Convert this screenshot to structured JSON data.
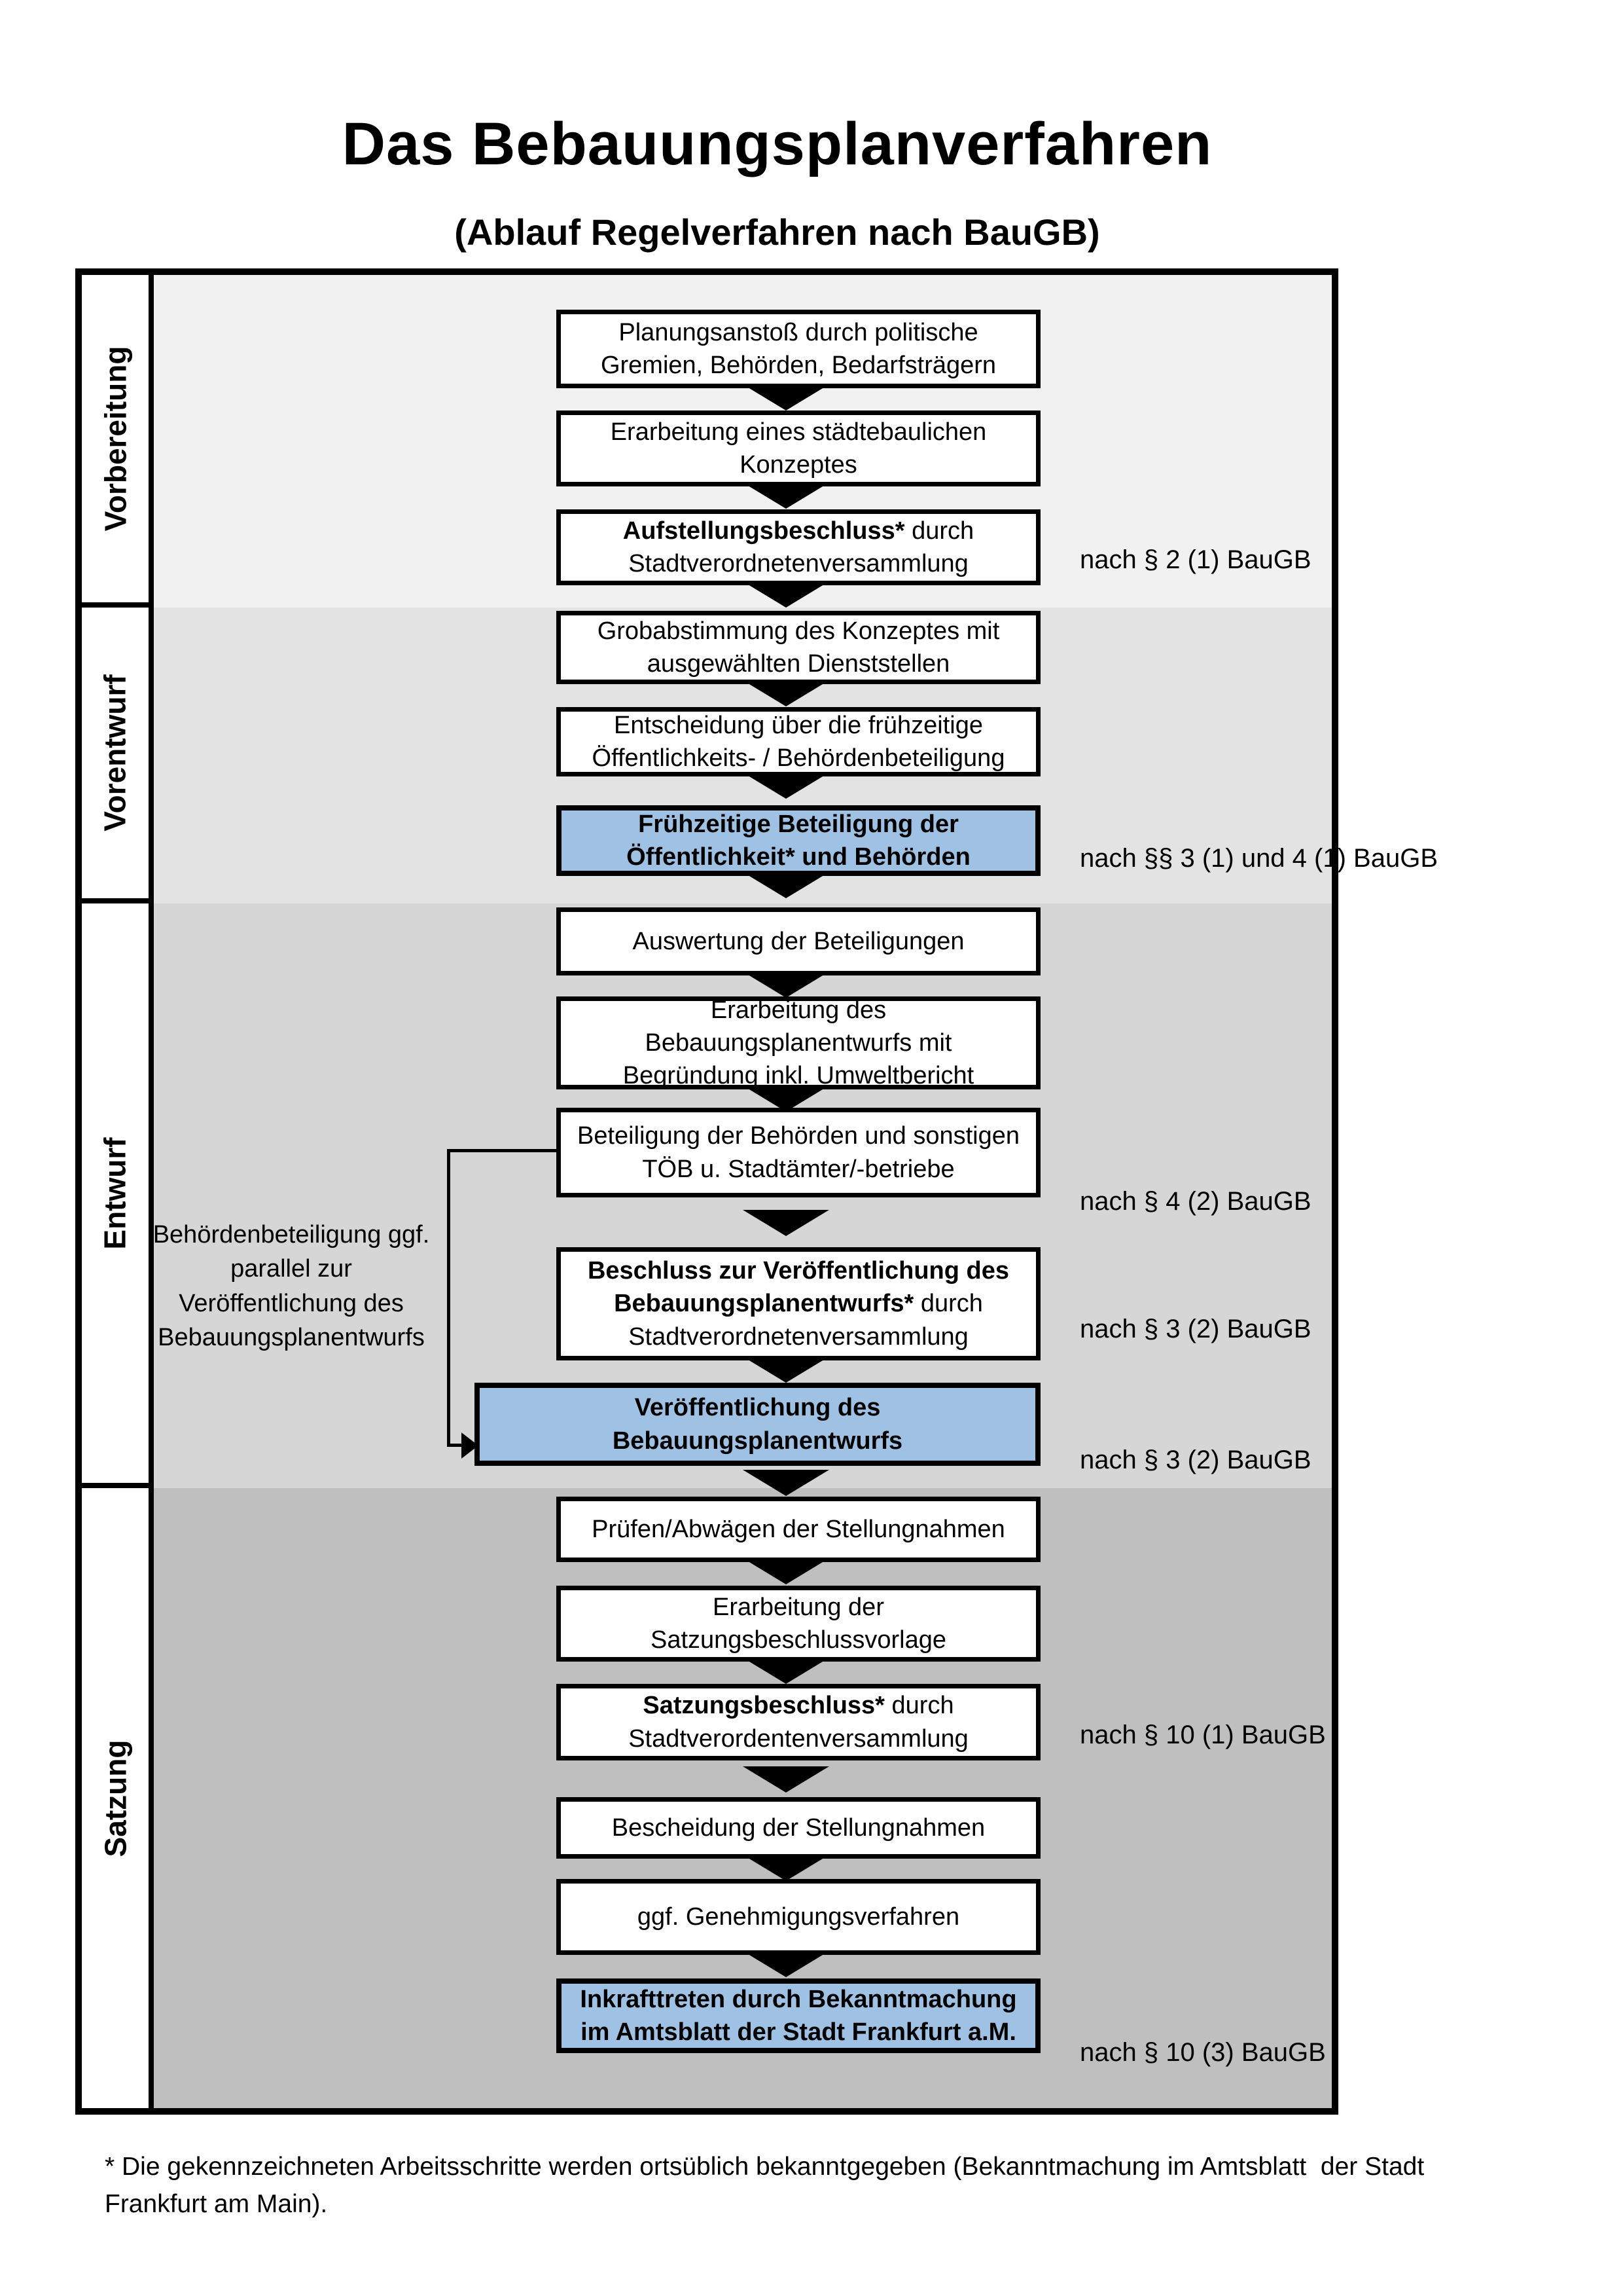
{
  "title": "Das Bebauungsplanverfahren",
  "subtitle": "(Ablauf Regelverfahren nach BauGB)",
  "colors": {
    "highlight_box_blue": "#9fc2e4",
    "band_vorbereitung": "#f1f1f1",
    "band_vorentwurf": "#e3e3e3",
    "band_entwurf": "#d6d6d6",
    "band_satzung": "#bfbfbf",
    "line_black": "#000000"
  },
  "phases": [
    {
      "label": "Vorbereitung"
    },
    {
      "label": "Vorentwurf"
    },
    {
      "label": "Entwurf"
    },
    {
      "label": "Satzung"
    }
  ],
  "boxes": [
    {
      "bold": "",
      "text": "Planungsanstoß durch politische Gremien, Behörden, Bedarfsträgern"
    },
    {
      "bold": "",
      "text": "Erarbeitung eines städtebaulichen Konzeptes"
    },
    {
      "bold": "Aufstellungsbeschluss*",
      "text": " durch Stadtverordnetenversammlung"
    },
    {
      "bold": "",
      "text": "Grobabstimmung des Konzeptes mit ausgewählten Dienststellen"
    },
    {
      "bold": "",
      "text": "Entscheidung über die frühzeitige Öffentlichkeits- / Behördenbeteiligung"
    },
    {
      "bold": "Frühzeitige Beteiligung der Öffentlichkeit* und Behörden",
      "text": ""
    },
    {
      "bold": "",
      "text": "Auswertung der Beteiligungen"
    },
    {
      "bold": "",
      "text": "Erarbeitung des Bebauungsplanentwurfs mit Begründung inkl. Umweltbericht"
    },
    {
      "bold": "",
      "text": "Beteiligung der Behörden und sonstigen TÖB u. Stadtämter/-betriebe"
    },
    {
      "bold": "Beschluss zur Veröffentlichung des Bebauungsplanentwurfs*",
      "text": " durch Stadtverordnetenversammlung"
    },
    {
      "bold": "Veröffentlichung des Bebauungsplanentwurfs",
      "text": ""
    },
    {
      "bold": "",
      "text": "Prüfen/Abwägen der Stellungnahmen"
    },
    {
      "bold": "",
      "text": "Erarbeitung der Satzungsbeschlussvorlage"
    },
    {
      "bold": "Satzungsbeschluss*",
      "text": " durch Stadtverordentenversammlung"
    },
    {
      "bold": "",
      "text": "Bescheidung der Stellungnahmen"
    },
    {
      "bold": "",
      "text": "ggf. Genehmigungsverfahren"
    },
    {
      "bold": "Inkrafttreten",
      "text": " durch Bekanntmachung im Amtsblatt der Stadt Frankfurt a.M."
    }
  ],
  "refs": [
    {
      "text": "nach § 2 (1) BauGB"
    },
    {
      "text": "nach §§ 3 (1) und 4 (1) BauGB"
    },
    {
      "text": "nach § 4 (2) BauGB"
    },
    {
      "text": "nach § 3 (2) BauGB"
    },
    {
      "text": "nach § 3 (2) BauGB"
    },
    {
      "text": "nach § 10 (1) BauGB"
    },
    {
      "text": "nach § 10 (3) BauGB"
    }
  ],
  "side_note": "Behördenbeteiligung ggf. parallel zur Veröffentlichung des Bebauungsplanentwurfs",
  "footnote": "* Die gekennzeichneten Arbeitsschritte werden ortsüblich bekanntgegeben (Bekanntmachung im Amtsblatt  der Stadt Frankfurt am Main)."
}
